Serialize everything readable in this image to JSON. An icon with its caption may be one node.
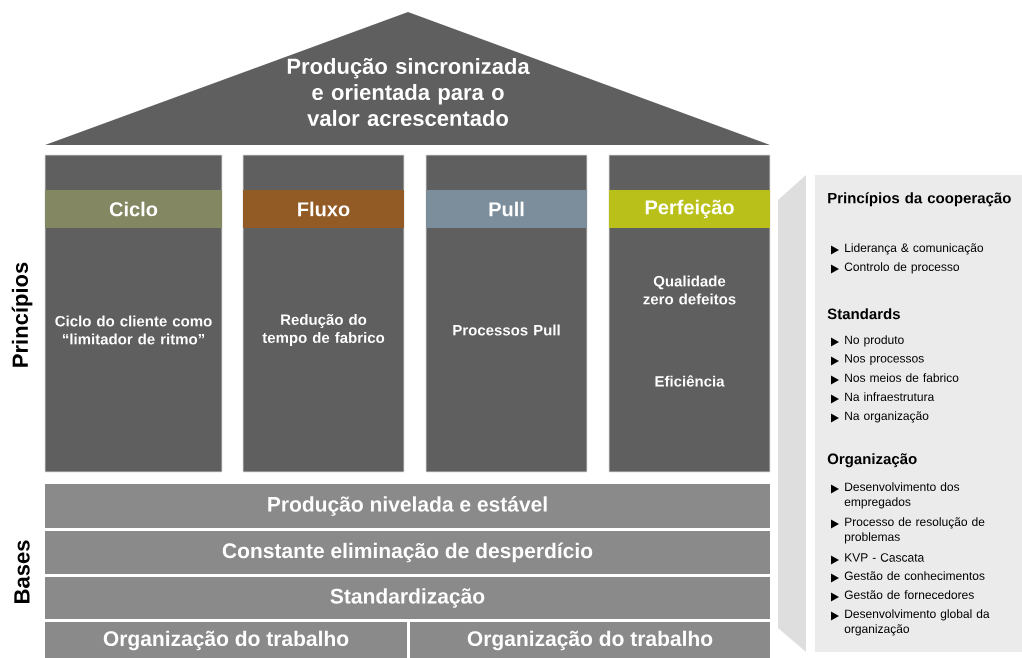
{
  "diagram": {
    "nodes": [
      {
        "text": [
          "Produção sincronizada e orientada para o valor acrescentado"
        ]
      },
      {
        "text": [
          "Ciclo",
          "Ciclo do cliente como “limitador de ritmo”"
        ]
      },
      {
        "text": [
          "Fluxo",
          "Redução do tempo de fabrico"
        ]
      },
      {
        "text": [
          "Pull",
          "Processos Pull"
        ]
      },
      {
        "text": [
          "Perfeição",
          "Qualidade zero defeitos",
          "Eficiência"
        ]
      },
      {
        "text": [
          "Produção nivelada e estável"
        ]
      },
      {
        "text": [
          "Constante eliminação de desperdício"
        ]
      },
      {
        "text": [
          "Standardização"
        ]
      },
      {
        "text": [
          "Organização  do trabalho"
        ]
      },
      {
        "text": [
          "Organização  do trabalho"
        ]
      },
      {
        "text": [
          "Princípios da cooperação",
          "Liderança & comunicação",
          "Controlo de processo",
          "Standards",
          "No produto",
          "Nos processos",
          "Nos meios de fabrico",
          "Na infraestrutura",
          "Na organização",
          "Organização",
          "Desenvolvimento dos empregados",
          "Processo de resolução de problemas",
          "KVP - Cascata",
          "Gestão de conhecimentos",
          "Gestão de fornecedores",
          "Desenvolvimento global da organização"
        ]
      }
    ],
    "labels": [
      "Princípios",
      "Bases"
    ]
  }
}
